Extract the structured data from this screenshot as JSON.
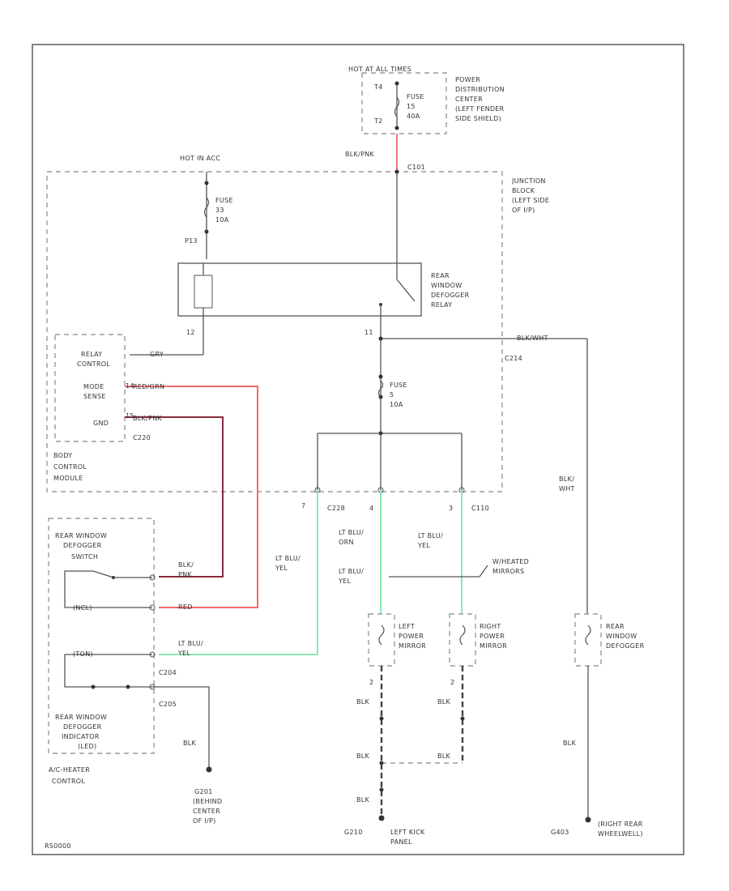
{
  "top_fuse_block": {
    "title": "HOT AT ALL TIMES",
    "pin_top": "T4",
    "pin_bottom": "T2",
    "fuse": [
      "FUSE",
      "15",
      "40A"
    ]
  },
  "power_distribution": [
    "POWER",
    "DISTRIBUTION",
    "CENTER",
    "(LEFT FENDER",
    "SIDE SHIELD)"
  ],
  "junction_block": [
    "JUNCTION",
    "BLOCK",
    "(LEFT SIDE",
    "OF I/P)"
  ],
  "wire_blk_pnk": "BLK/PNK",
  "c101": "C101",
  "hot_in_acc": "HOT IN ACC",
  "fuse_left": [
    "FUSE",
    "33",
    "10A"
  ],
  "p13": "P13",
  "relay": [
    "REAR",
    "WINDOW",
    "DEFOGGER",
    "RELAY"
  ],
  "pin_12": "12",
  "pin_11": "11",
  "c214": "C214",
  "wire_blk_wht_top": "BLK/WHT",
  "fuse_mid": [
    "FUSE",
    "5",
    "10A"
  ],
  "relay_control": [
    "RELAY",
    "CONTROL"
  ],
  "mode_sense": [
    "MODE",
    "SENSE"
  ],
  "gnd": "GND",
  "wire_gry": "GRY",
  "wire_red_grn": "RED/GRN",
  "wire_blk_pnk_lower": "BLK/PNK",
  "c220": "C220",
  "pin_14": "14",
  "pin_15": "15",
  "body_control": [
    "BODY",
    "CONTROL",
    "MODULE"
  ],
  "pin_7": "7",
  "c228": "C228",
  "pin_4": "4",
  "pin_3": "3",
  "c110": "C110",
  "blk_wht_right": [
    "BLK/",
    "WHT"
  ],
  "ltblu_yel_left": [
    "LT BLU/",
    "YEL"
  ],
  "ltblu_orn": [
    "LT BLU/",
    "ORN"
  ],
  "ltblu_yel_mid": [
    "LT BLU/",
    "YEL"
  ],
  "ltblu_yel_right": [
    "LT BLU/",
    "YEL"
  ],
  "heated_mirrors": [
    "W/HEATED",
    "MIRRORS"
  ],
  "switch_title": [
    "REAR WINDOW",
    "DEFOGGER",
    "SWITCH"
  ],
  "wire_blk_pnk_sw": [
    "BLK/",
    "PNK"
  ],
  "wire_red_sw": "RED",
  "label_ncl": "(NCL)",
  "label_ton": "(TON)",
  "ltblu_yel_sw": [
    "LT BLU/",
    "YEL"
  ],
  "c204": "C204",
  "c205": "C205",
  "indicator": [
    "REAR WINDOW",
    "DEFOGGER",
    "INDICATOR",
    "(LED)"
  ],
  "ac_heater": [
    "A/C-HEATER",
    "CONTROL"
  ],
  "left_mirror": [
    "LEFT",
    "POWER",
    "MIRROR"
  ],
  "right_mirror": [
    "RIGHT",
    "POWER",
    "MIRROR"
  ],
  "defogger": [
    "REAR",
    "WINDOW",
    "DEFOGGER"
  ],
  "pin_2_left": "2",
  "pin_2_right": "2",
  "blk_1": "BLK",
  "blk_2": "BLK",
  "blk_3": "BLK",
  "blk_4": "BLK",
  "blk_5": "BLK",
  "blk_6": "BLK",
  "blk_7": "BLK",
  "g201": [
    "G201",
    "(BEHIND",
    "CENTER",
    "OF I/P)"
  ],
  "g210": "G210",
  "left_kick": [
    "LEFT KICK",
    "PANEL"
  ],
  "g403": "G403",
  "right_rear": [
    "(RIGHT REAR",
    "WHEELWELL)"
  ],
  "footer_code": "RS0000",
  "colors": {
    "red": "#f46a6a",
    "green": "#8ee8b3",
    "maroon": "#8a2b3d",
    "wire": "#555555",
    "box": "#555555"
  }
}
